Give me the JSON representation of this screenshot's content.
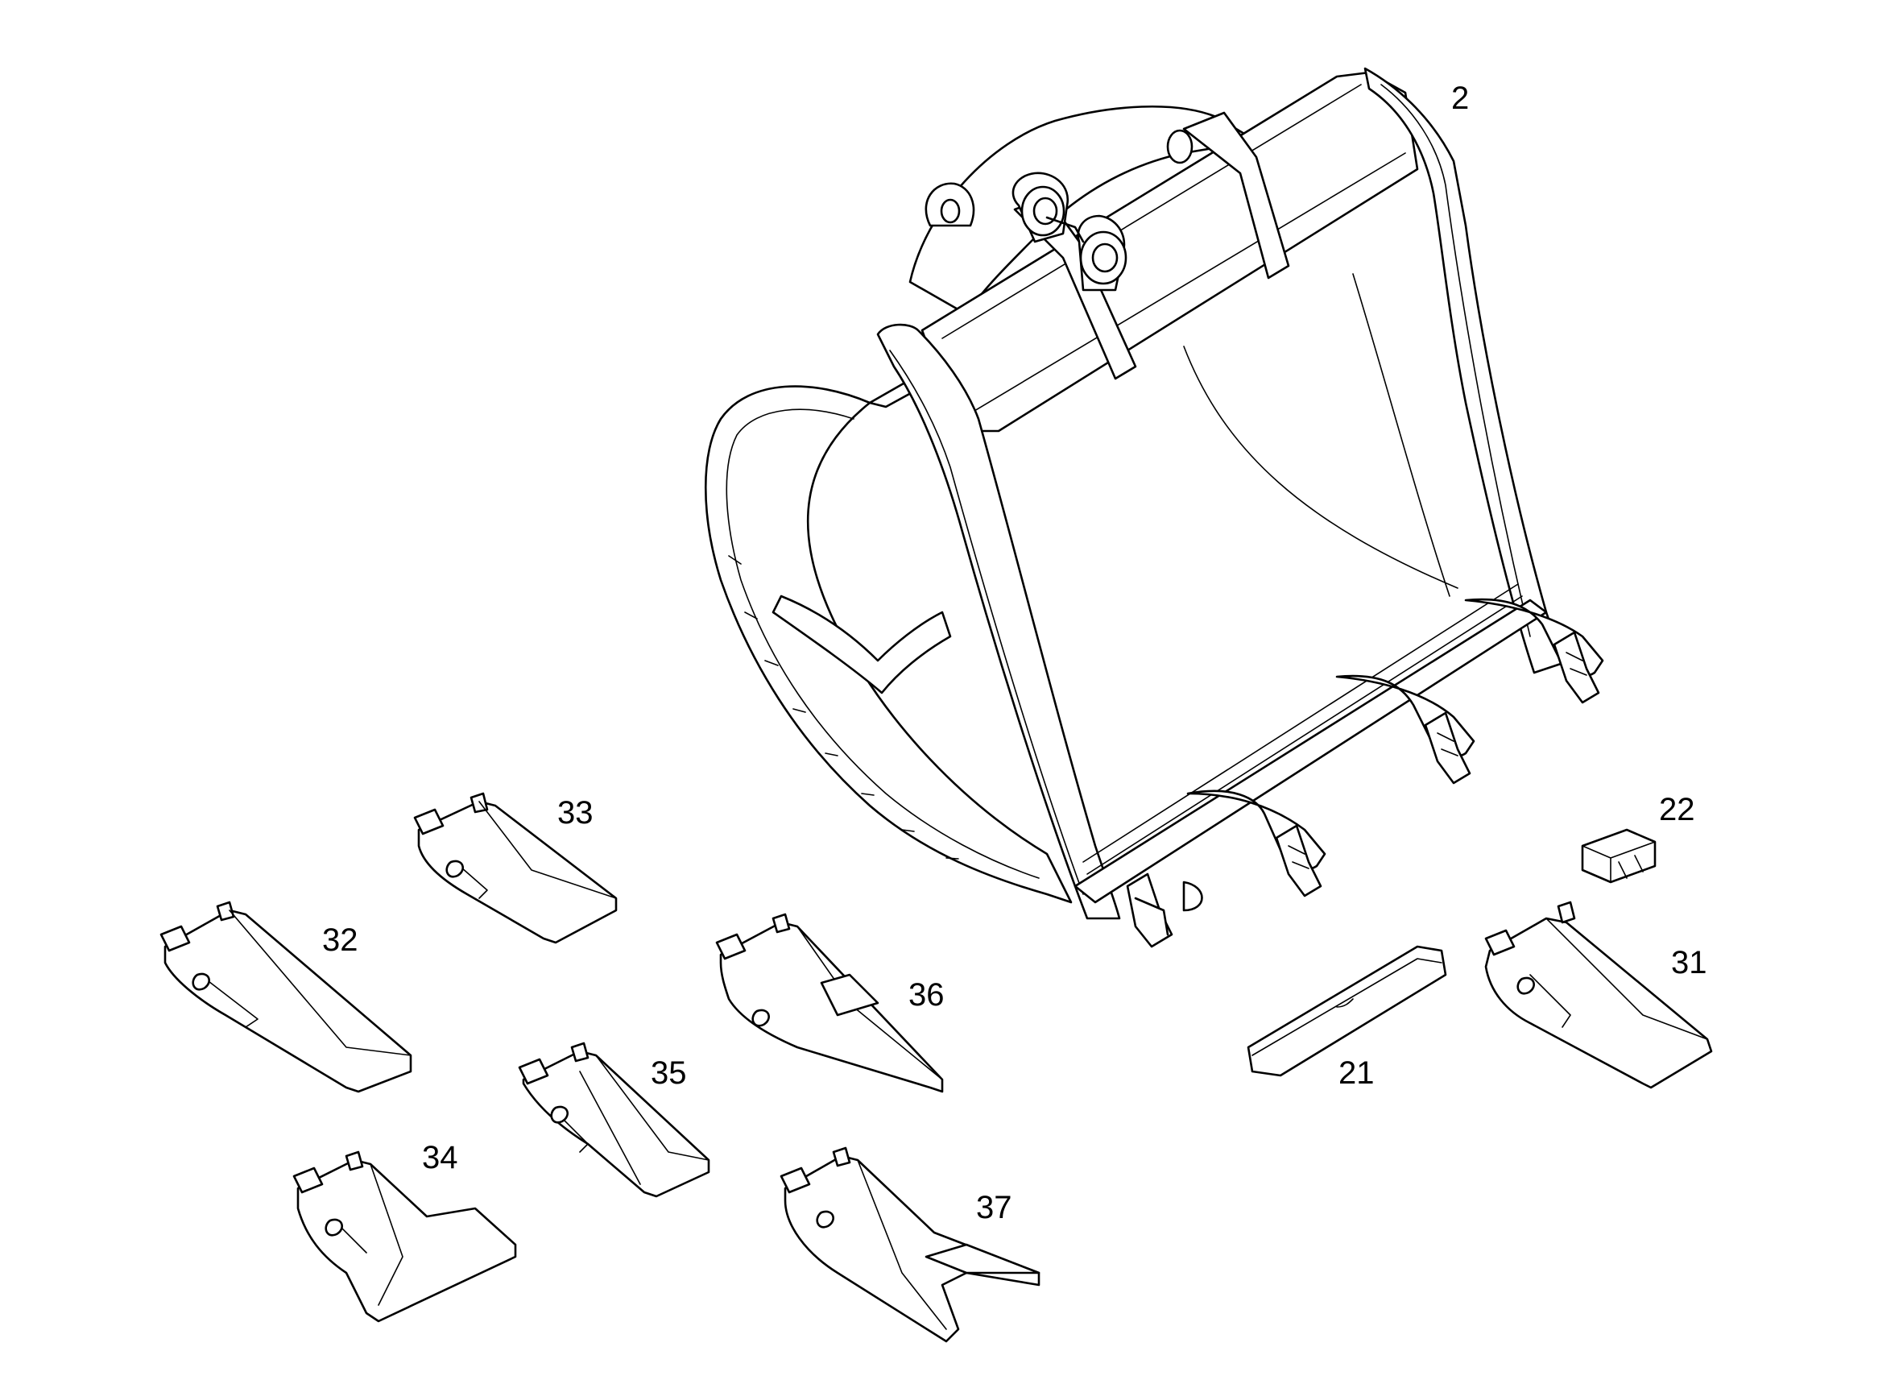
{
  "diagram": {
    "parts": [
      {
        "id": "bucket",
        "callout": "2",
        "icon": "excavator-bucket-icon"
      },
      {
        "id": "side-cutter",
        "callout": "21",
        "icon": "side-cutter-icon"
      },
      {
        "id": "wear-block",
        "callout": "22",
        "icon": "wear-block-icon"
      },
      {
        "id": "tooth-31",
        "callout": "31",
        "icon": "bucket-tooth-icon"
      },
      {
        "id": "tooth-32",
        "callout": "32",
        "icon": "long-tooth-icon"
      },
      {
        "id": "tooth-33",
        "callout": "33",
        "icon": "short-tooth-icon"
      },
      {
        "id": "tooth-34",
        "callout": "34",
        "icon": "wide-flare-tooth-icon"
      },
      {
        "id": "tooth-35",
        "callout": "35",
        "icon": "twin-ridge-tooth-icon"
      },
      {
        "id": "tooth-36",
        "callout": "36",
        "icon": "pointed-tooth-icon"
      },
      {
        "id": "tooth-37",
        "callout": "37",
        "icon": "twin-tiger-tooth-icon"
      }
    ]
  }
}
